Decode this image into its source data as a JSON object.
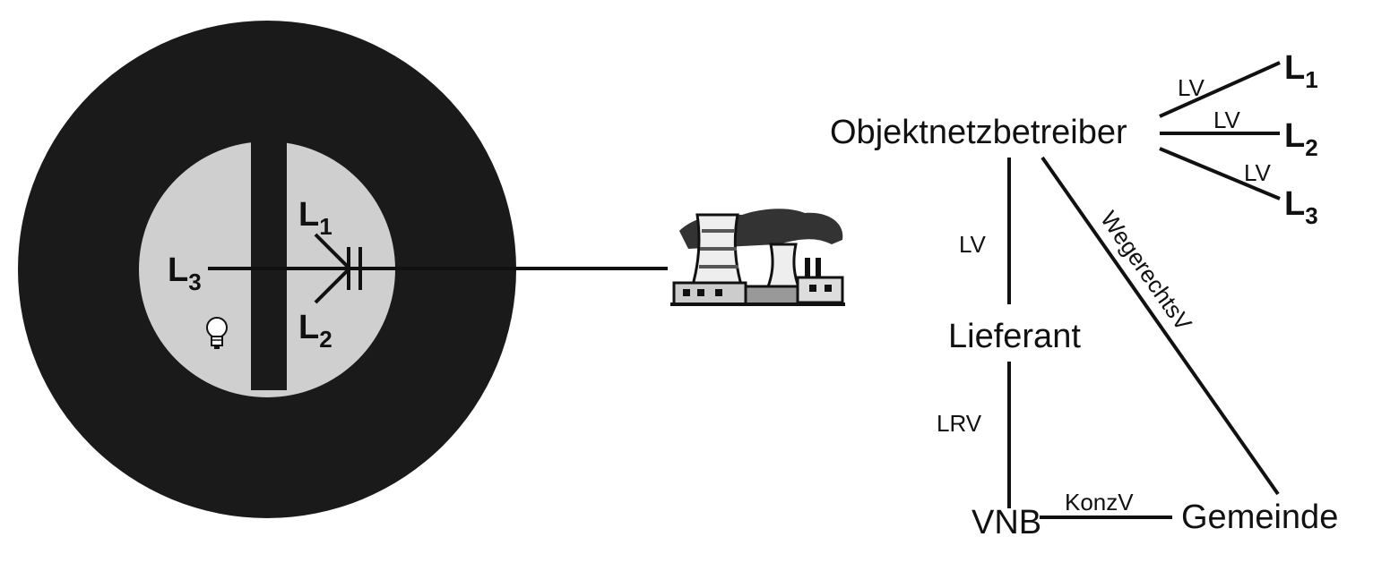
{
  "colors": {
    "outer_circle": "#1a1a1a",
    "inner_circle": "#cfcfcf",
    "line": "#111111",
    "background": "#ffffff"
  },
  "left_diagram": {
    "loads": [
      {
        "letter": "L",
        "subscript": "1"
      },
      {
        "letter": "L",
        "subscript": "2"
      },
      {
        "letter": "L",
        "subscript": "3"
      }
    ],
    "icons": [
      "lightbulb-icon",
      "power-plant-icon"
    ]
  },
  "right_diagram": {
    "nodes": {
      "objektnetzbetreiber": "Objektnetzbetreiber",
      "lieferant": "Lieferant",
      "vnb": "VNB",
      "gemeinde": "Gemeinde"
    },
    "customers": [
      {
        "letter": "L",
        "subscript": "1"
      },
      {
        "letter": "L",
        "subscript": "2"
      },
      {
        "letter": "L",
        "subscript": "3"
      }
    ],
    "edges": {
      "onb_l1": "LV",
      "onb_l2": "LV",
      "onb_l3": "LV",
      "onb_lieferant": "LV",
      "lieferant_vnb": "LRV",
      "vnb_gemeinde": "KonzV",
      "onb_gemeinde": "WegerechtsV"
    }
  }
}
